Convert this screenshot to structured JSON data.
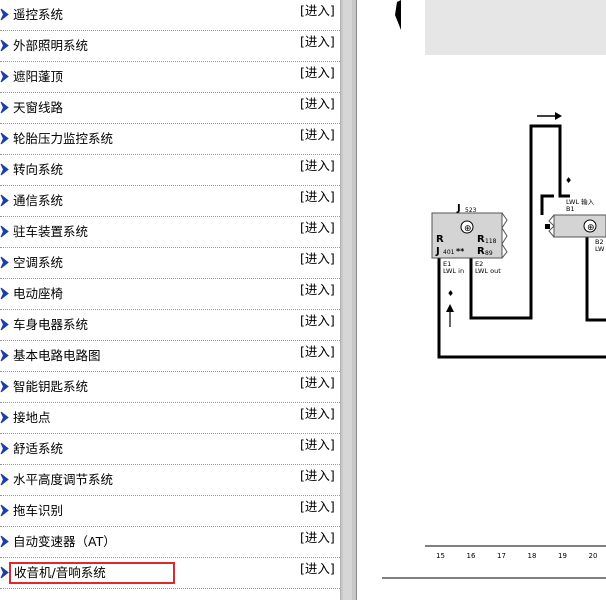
{
  "menu": {
    "enter_label": "[进入]",
    "items": [
      {
        "label": "遥控系统"
      },
      {
        "label": "外部照明系统"
      },
      {
        "label": "遮阳蓬顶"
      },
      {
        "label": "天窗线路"
      },
      {
        "label": "轮胎压力监控系统"
      },
      {
        "label": "转向系统"
      },
      {
        "label": "通信系统"
      },
      {
        "label": "驻车装置系统"
      },
      {
        "label": "空调系统"
      },
      {
        "label": "电动座椅"
      },
      {
        "label": "车身电器系统"
      },
      {
        "label": "基本电路电路图"
      },
      {
        "label": "智能钥匙系统"
      },
      {
        "label": "接地点"
      },
      {
        "label": "舒适系统"
      },
      {
        "label": "水平高度调节系统"
      },
      {
        "label": "拖车识别"
      },
      {
        "label": "自动变速器（AT）"
      },
      {
        "label": "收音机/音响系统",
        "selected": true
      }
    ]
  },
  "colors": {
    "arrow_blue": "#1c3fa8",
    "selected_border": "#e0282f",
    "splitter": "#c8c8c8",
    "header_gray": "#e6e6e6",
    "box_gray": "#d4d4d4"
  },
  "diagram": {
    "j523": {
      "title": "J",
      "title_sub": "523",
      "r": "R",
      "j401": "J",
      "j401_sub": "401",
      "stars": "**",
      "r118": "R",
      "r118_sub": "118",
      "r89": "R",
      "r89_sub": "89"
    },
    "e1": {
      "code": "E1",
      "text": "LWL in"
    },
    "e2": {
      "code": "E2",
      "text": "LWL out"
    },
    "b1": {
      "code": "B1",
      "text": "LWL 输入"
    },
    "b2": {
      "code": "B2",
      "text": "LW"
    },
    "grid_numbers": [
      "15",
      "16",
      "17",
      "18",
      "19",
      "20"
    ]
  }
}
